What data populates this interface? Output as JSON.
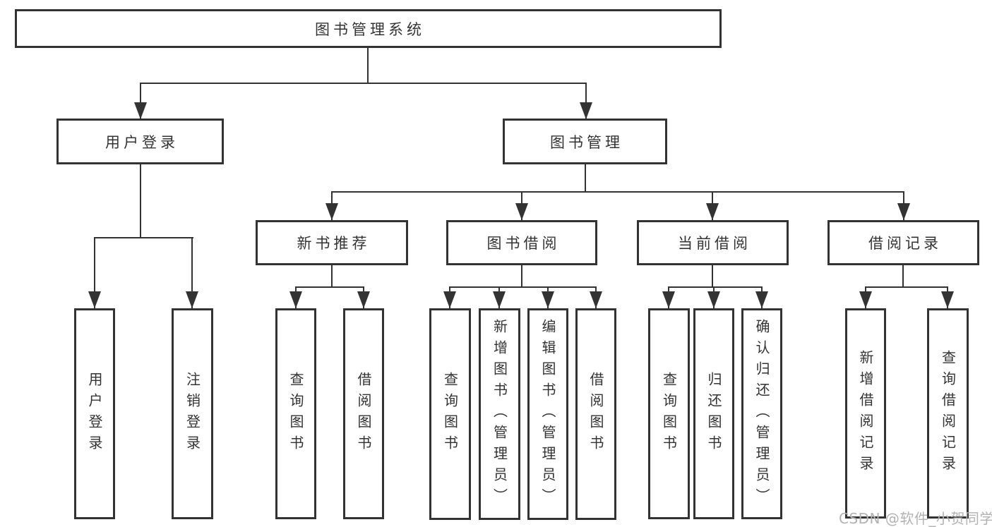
{
  "tree": {
    "label": "图书管理系统",
    "children": [
      {
        "label": "用户登录",
        "children": [
          {
            "label": "用户登录"
          },
          {
            "label": "注销登录"
          }
        ]
      },
      {
        "label": "图书管理",
        "children": [
          {
            "label": "新书推荐",
            "children": [
              {
                "label": "查询图书"
              },
              {
                "label": "借阅图书"
              }
            ]
          },
          {
            "label": "图书借阅",
            "children": [
              {
                "label": "查询图书"
              },
              {
                "label": "新增图书（管理员）"
              },
              {
                "label": "编辑图书（管理员）"
              },
              {
                "label": "借阅图书"
              }
            ]
          },
          {
            "label": "当前借阅",
            "children": [
              {
                "label": "查询图书"
              },
              {
                "label": "归还图书"
              },
              {
                "label": "确认归还（管理员）"
              }
            ]
          },
          {
            "label": "借阅记录",
            "children": [
              {
                "label": "新增借阅记录"
              },
              {
                "label": "查询借阅记录"
              }
            ]
          }
        ]
      }
    ]
  },
  "watermark": {
    "text": "CSDN @软件_小贺同学"
  },
  "colors": {
    "stroke": "#333333",
    "text": "#333333",
    "background": "#ffffff",
    "watermark": "#b2b2b2"
  }
}
